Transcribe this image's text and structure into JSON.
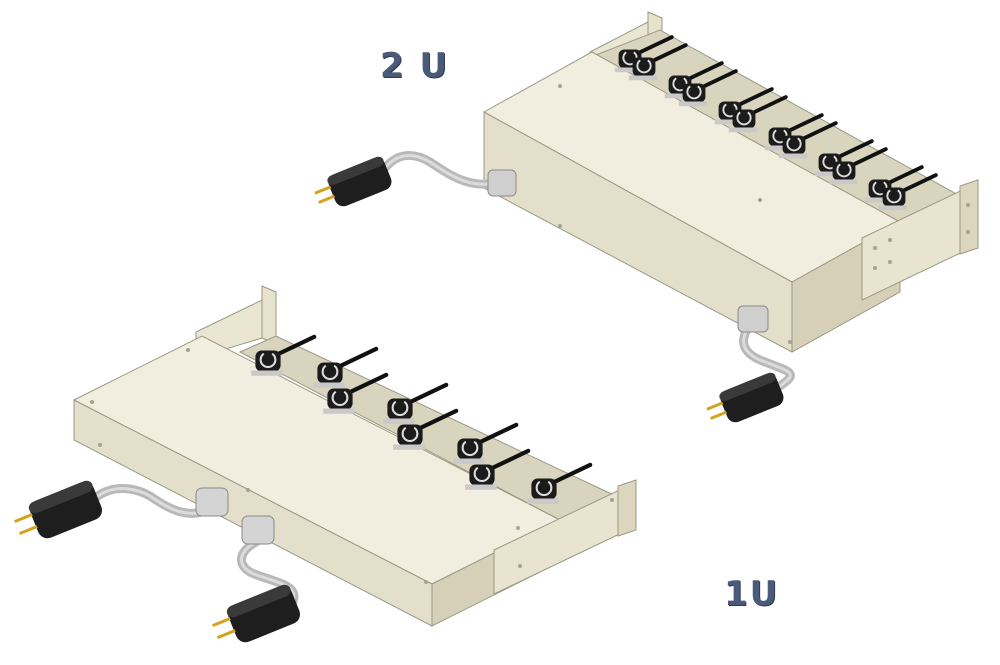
{
  "labels": {
    "top_unit": "2 U",
    "bottom_unit": "1U"
  },
  "colors": {
    "chassis_top": "#f1eedf",
    "chassis_front": "#e4dfca",
    "chassis_side": "#d6d0b8",
    "outline": "#9c9784",
    "cable": "#bcbcbc",
    "plug": "#1c1c1c",
    "prong": "#d4a21c",
    "label": "#4a5a78"
  },
  "units": [
    {
      "name": "2U",
      "outlet_count": 12,
      "input_cord_count": 2
    },
    {
      "name": "1U",
      "outlet_count": 8,
      "input_cord_count": 2
    }
  ]
}
